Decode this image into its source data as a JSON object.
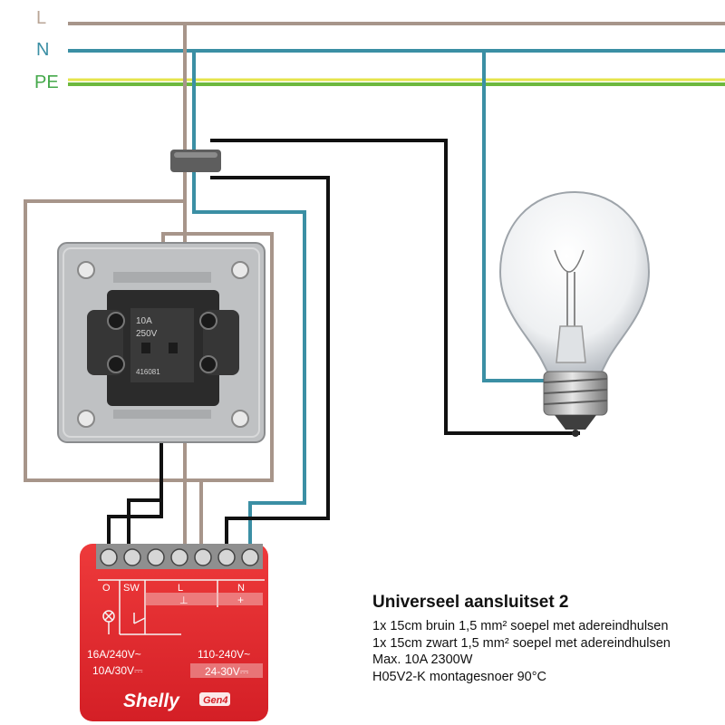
{
  "bus_labels": {
    "L": "L",
    "N": "N",
    "PE": "PE"
  },
  "switch_text": {
    "rating_current": "10A",
    "rating_voltage": "250V",
    "part_number": "416081"
  },
  "relay": {
    "terminals": {
      "O": "O",
      "SW": "SW",
      "L": "L",
      "N": "N",
      "ground_symbol": "⊥",
      "plus_symbol": "+"
    },
    "rating_ac": "16A/240V~",
    "rating_dc": "10A/30V⎓",
    "supply_ac": "110-240V~",
    "supply_dc": "24-30V⎓",
    "brand": "Shelly",
    "generation": "Gen4"
  },
  "caption": {
    "title": "Universeel aansluitset 2",
    "lines": [
      "1x 15cm bruin 1,5 mm² soepel met adereindhulsen",
      "1x 15cm zwart 1,5 mm² soepel met adereindhulsen",
      "Max. 10A 2300W",
      "H05V2-K montagesnoer 90°C"
    ]
  },
  "colors": {
    "live": "#a7958a",
    "neutral": "#3b8fa4",
    "earth_green": "#6db83e",
    "earth_yellow": "#e6e44a",
    "switched": "#111111",
    "relay_body": "#e62b2f"
  }
}
